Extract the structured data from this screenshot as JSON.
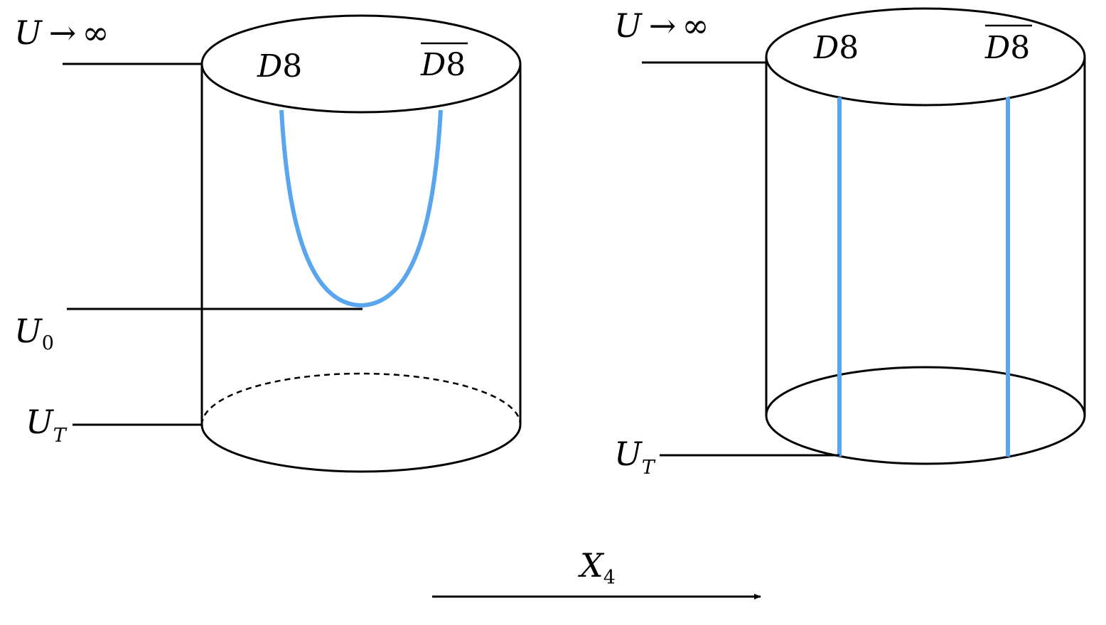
{
  "colors": {
    "line": "#000000",
    "brane": "#5aa6ee",
    "background": "#ffffff"
  },
  "left_panel": {
    "u_infinity": {
      "base": "U",
      "arrow": "→",
      "infinity": "∞"
    },
    "d8": {
      "letter": "D",
      "digit": "8"
    },
    "d8_bar": {
      "letter": "D",
      "digit": "8"
    },
    "u_zero": {
      "base": "U",
      "subscript": "0"
    },
    "u_t": {
      "base": "U",
      "subscript": "T"
    }
  },
  "right_panel": {
    "u_infinity": {
      "base": "U",
      "arrow": "→",
      "infinity": "∞"
    },
    "d8": {
      "letter": "D",
      "digit": "8"
    },
    "d8_bar": {
      "letter": "D",
      "digit": "8"
    },
    "u_t": {
      "base": "U",
      "subscript": "T"
    }
  },
  "axis": {
    "base": "X",
    "subscript": "4"
  }
}
